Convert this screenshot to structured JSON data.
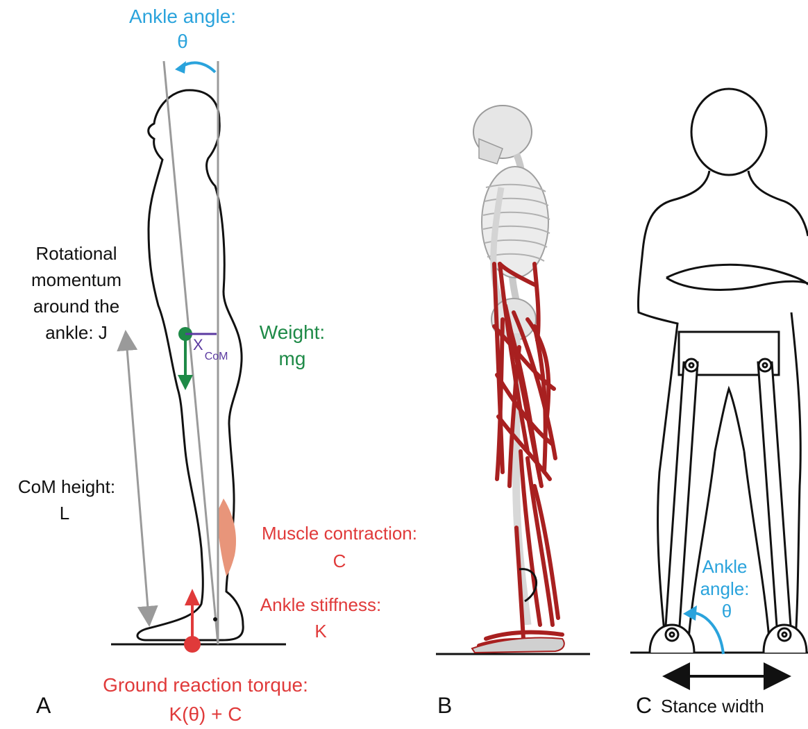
{
  "colors": {
    "blue": "#2aa3dc",
    "green": "#1e8a47",
    "red": "#e03a3a",
    "purple": "#5b3aa0",
    "muscle": "#e8957a",
    "gray": "#9a9a9a",
    "muscle_model": "#a82020"
  },
  "panelA": {
    "letter": "A",
    "ankle_angle": {
      "line1": "Ankle angle:",
      "line2": "θ"
    },
    "rot_momentum": {
      "line1": "Rotational",
      "line2": "momentum",
      "line3": "around the",
      "line4": "ankle: J"
    },
    "weight": {
      "line1": "Weight:",
      "line2": "mg"
    },
    "com_height": {
      "line1": "CoM height:",
      "line2": "L"
    },
    "x_com": {
      "x": "X",
      "sub": "CoM"
    },
    "muscle": {
      "line1": "Muscle contraction:",
      "line2": "C"
    },
    "stiffness": {
      "line1": "Ankle stiffness:",
      "line2": "K"
    },
    "ground": {
      "line1": "Ground reaction torque:",
      "line2": "K(θ) + C"
    }
  },
  "panelB": {
    "letter": "B"
  },
  "panelC": {
    "letter": "C",
    "ankle_angle": {
      "line1": "Ankle",
      "line2": "angle:",
      "line3": "θ"
    },
    "stance_width": "Stance width"
  }
}
